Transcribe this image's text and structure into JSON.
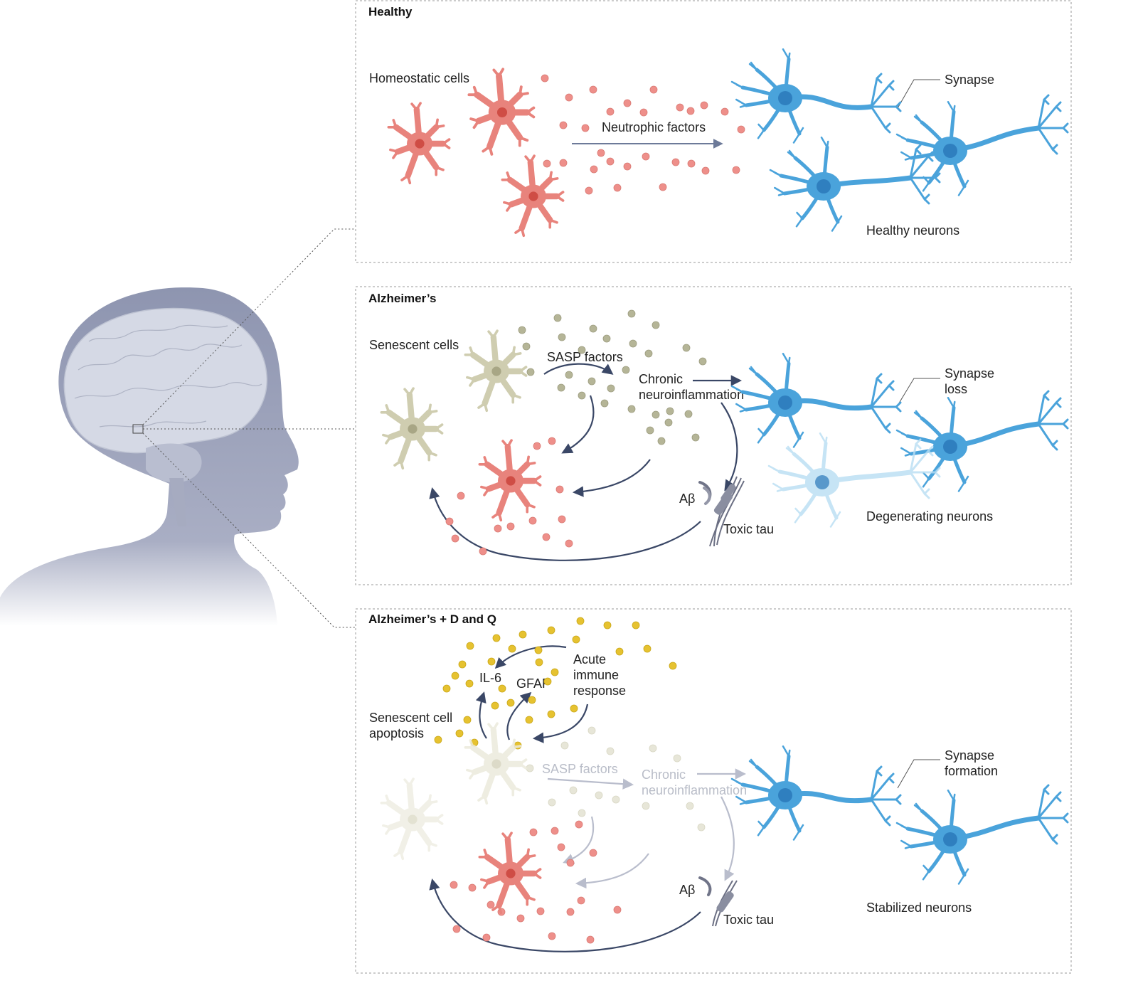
{
  "panels": {
    "healthy": {
      "title": "Healthy",
      "homeostatic": "Homeostatic cells",
      "factors": "Neutrophic factors",
      "synapse": "Synapse",
      "neurons": "Healthy neurons"
    },
    "alzheimers": {
      "title": "Alzheimer’s",
      "senescent": "Senescent cells",
      "sasp": "SASP factors",
      "chronic1": "Chronic",
      "chronic2": "neuroinflammation",
      "synapse1": "Synapse",
      "synapse2": "loss",
      "abeta": "Aβ",
      "tau": "Toxic tau",
      "neurons": "Degenerating neurons"
    },
    "treated": {
      "title": "Alzheimer’s + D and Q",
      "il6": "IL-6",
      "gfap": "GFAP",
      "acute1": "Acute",
      "acute2": "immune",
      "acute3": "response",
      "apoptosis1": "Senescent cell",
      "apoptosis2": "apoptosis",
      "sasp": "SASP factors",
      "chronic1": "Chronic",
      "chronic2": "neuroinflammation",
      "synapse1": "Synapse",
      "synapse2": "formation",
      "abeta": "Aβ",
      "tau": "Toxic tau",
      "neurons": "Stabilized neurons"
    }
  },
  "colors": {
    "homeostatic": "#e8837c",
    "senescent": "#cfcdb0",
    "neuron": "#4aa3db",
    "neuron_faded": "#b8def3",
    "sasp_dot": "#b5b597",
    "yellow_dot": "#e6c230",
    "pink_dot": "#ee8f8a",
    "arrow": "#3a4766",
    "head": "#8e95b0",
    "brain": "#d3d7e3"
  }
}
